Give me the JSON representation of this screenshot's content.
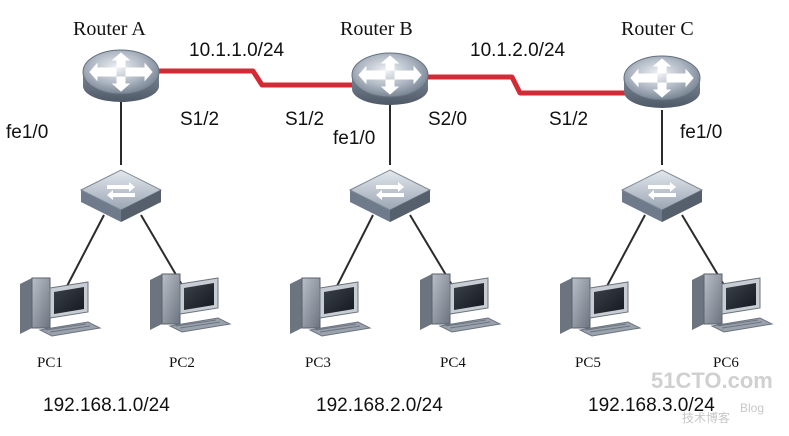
{
  "routers": [
    {
      "id": "A",
      "name": "Router A"
    },
    {
      "id": "B",
      "name": "Router B"
    },
    {
      "id": "C",
      "name": "Router C"
    }
  ],
  "wan_links": [
    {
      "network": "10.1.1.0/24",
      "left_port": "S1/2",
      "right_port": "S1/2"
    },
    {
      "network": "10.1.2.0/24",
      "left_port": "S2/0",
      "right_port": "S1/2"
    }
  ],
  "lan_ports": [
    "fe1/0",
    "fe1/0",
    "fe1/0"
  ],
  "pcs": [
    "PC1",
    "PC2",
    "PC3",
    "PC4",
    "PC5",
    "PC6"
  ],
  "lan_networks": [
    "192.168.1.0/24",
    "192.168.2.0/24",
    "192.168.3.0/24"
  ],
  "watermark": {
    "site": "51CTO.com",
    "tagline": "技术博客",
    "blog": "Blog"
  },
  "colors": {
    "wan_link": "#d42a35",
    "cable": "#2b2b2b",
    "device": "#8a96a4"
  }
}
